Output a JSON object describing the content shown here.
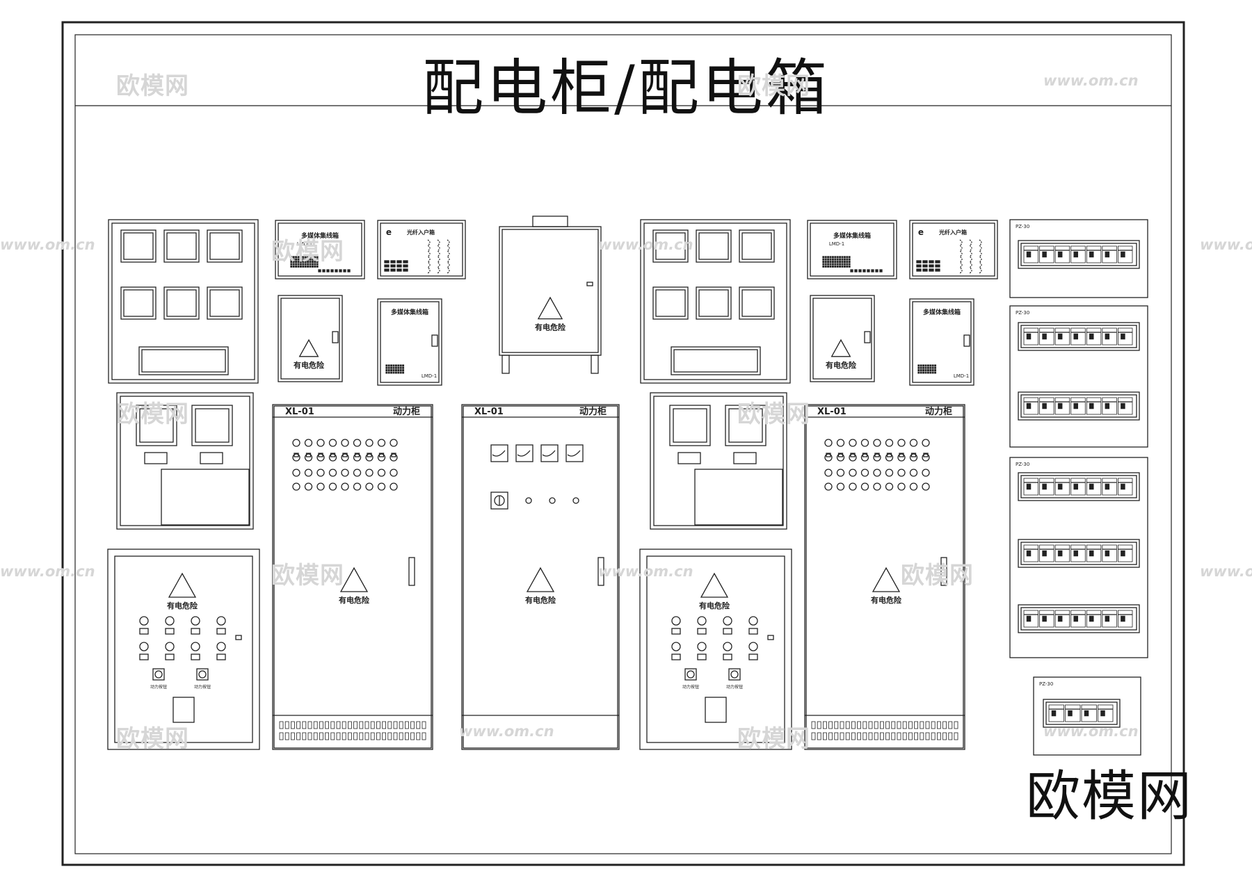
{
  "title": "配电柜/配电箱",
  "logo": "欧模网",
  "watermark": {
    "cn": "欧模网",
    "url": "www.om.cn"
  },
  "labels": {
    "danger": "有电危险",
    "multimedia_box": "多媒体集线箱",
    "lmd": "LMD-1",
    "fiber_box": "光纤入户箱",
    "cabinet_code": "XL-01",
    "power_cabinet": "动力柜",
    "switch_label": "动力按钮",
    "pz": "PZ-30"
  },
  "colors": {
    "line": "#222222",
    "watermark": "#d6d6d6"
  }
}
